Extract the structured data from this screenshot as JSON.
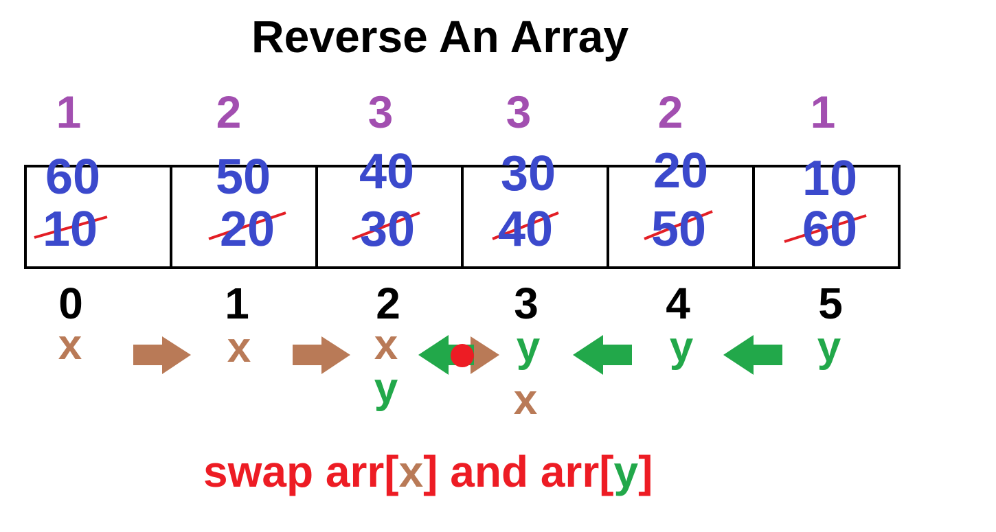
{
  "title": "Reverse An Array",
  "colors": {
    "step": "#a24fb0",
    "value": "#3b49cc",
    "strike": "#e31e25",
    "index": "#000000",
    "x_pointer": "#b97a57",
    "y_pointer": "#22a84a",
    "caption": "#ed1c24",
    "midpoint": "#ed1c24",
    "box_border": "#000000"
  },
  "cells": [
    {
      "index": "0",
      "step": "1",
      "new_value": "60",
      "old_value": "10"
    },
    {
      "index": "1",
      "step": "2",
      "new_value": "50",
      "old_value": "20"
    },
    {
      "index": "2",
      "step": "3",
      "new_value": "40",
      "old_value": "30"
    },
    {
      "index": "3",
      "step": "3",
      "new_value": "30",
      "old_value": "40"
    },
    {
      "index": "4",
      "step": "2",
      "new_value": "20",
      "old_value": "50"
    },
    {
      "index": "5",
      "step": "1",
      "new_value": "10",
      "old_value": "60"
    }
  ],
  "pointers": {
    "x_label": "x",
    "y_label": "y"
  },
  "arrows": {
    "x_direction": "right",
    "y_direction": "left"
  },
  "caption": {
    "prefix": "swap arr[",
    "x": "x",
    "middle": "] and arr[",
    "y": "y",
    "suffix": "]"
  }
}
